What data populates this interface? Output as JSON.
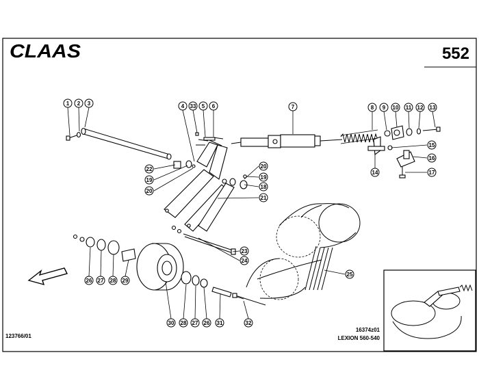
{
  "header": {
    "brand": "CLAAS",
    "page_number": "552"
  },
  "footer": {
    "left_ref": "123766/01",
    "drawing_ref": "16374z01",
    "model": "LEXION 560-540"
  },
  "callouts": [
    "1",
    "2",
    "3",
    "4",
    "33",
    "5",
    "6",
    "7",
    "8",
    "9",
    "10",
    "11",
    "12",
    "13",
    "15",
    "16",
    "14",
    "17",
    "22",
    "19",
    "20",
    "20",
    "19",
    "18",
    "21",
    "23",
    "24",
    "25",
    "26",
    "27",
    "28",
    "29",
    "30",
    "28",
    "27",
    "26",
    "31",
    "32"
  ],
  "colors": {
    "ink": "#000000",
    "paper": "#ffffff"
  }
}
